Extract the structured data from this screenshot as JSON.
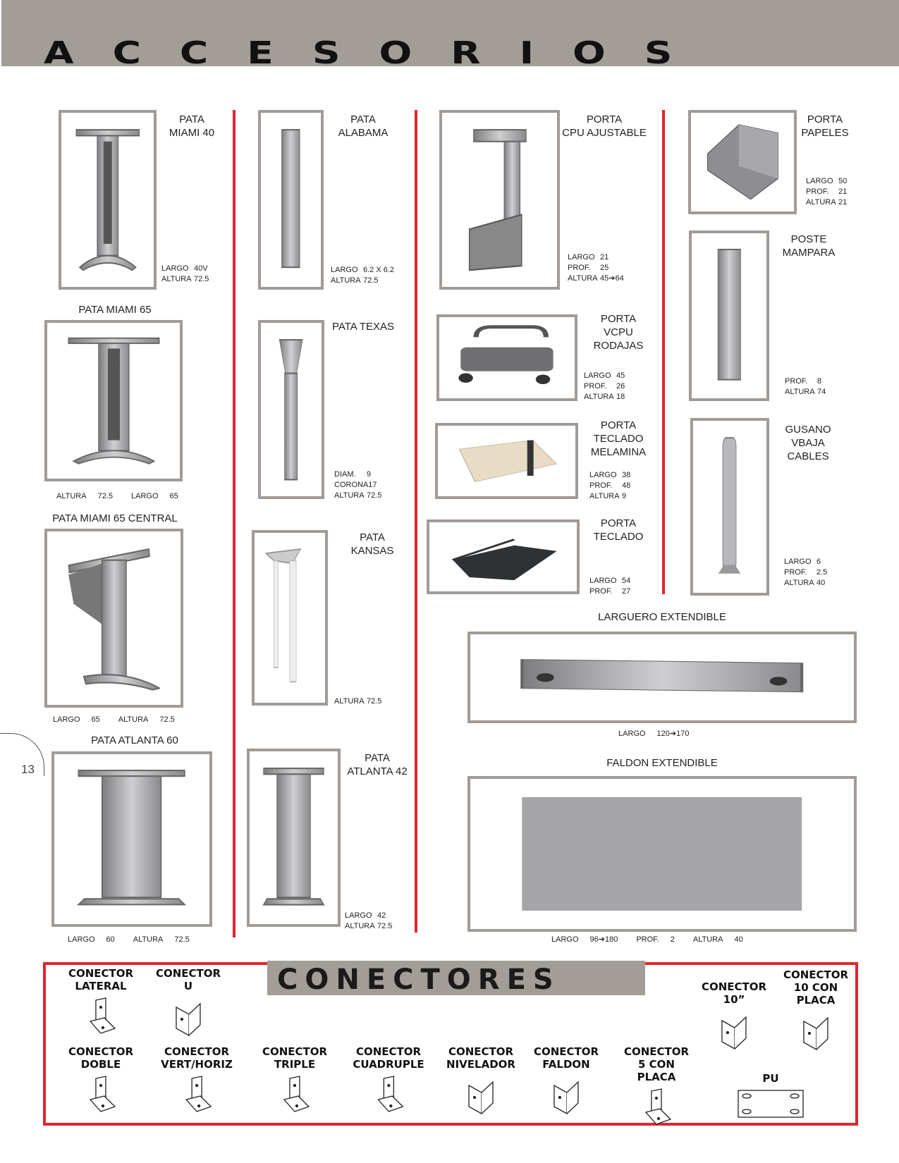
{
  "header": {
    "title": "ACCESORIOS"
  },
  "page_number": "13",
  "products": [
    {
      "id": "pata-miami-40",
      "title": "PATA\nMIAMI 40",
      "specs": [
        [
          "LARGO",
          "40V"
        ],
        [
          "ALTURA",
          "72.5"
        ]
      ]
    },
    {
      "id": "pata-miami-65",
      "title": "PATA MIAMI 65",
      "specs": [
        [
          "ALTURA",
          "72.5"
        ],
        [
          "LARGO",
          "65"
        ]
      ]
    },
    {
      "id": "pata-miami-65-central",
      "title": "PATA MIAMI 65 CENTRAL",
      "specs": [
        [
          "LARGO",
          "65"
        ],
        [
          "ALTURA",
          "72.5"
        ]
      ]
    },
    {
      "id": "pata-atlanta-60",
      "title": "PATA ATLANTA 60",
      "specs": [
        [
          "LARGO",
          "60"
        ],
        [
          "ALTURA",
          "72.5"
        ]
      ]
    },
    {
      "id": "pata-alabama",
      "title": "PATA\nALABAMA",
      "specs": [
        [
          "LARGO",
          "6.2 X 6.2"
        ],
        [
          "ALTURA",
          "72.5"
        ]
      ]
    },
    {
      "id": "pata-texas",
      "title": "PATA TEXAS",
      "specs": [
        [
          "DIAM.",
          "9"
        ],
        [
          "CORONA",
          "17"
        ],
        [
          "ALTURA",
          "72.5"
        ]
      ]
    },
    {
      "id": "pata-kansas",
      "title": "PATA\nKANSAS",
      "specs": [
        [
          "ALTURA",
          "72.5"
        ]
      ]
    },
    {
      "id": "pata-atlanta-42",
      "title": "PATA\nATLANTA 42",
      "specs": [
        [
          "LARGO",
          "42"
        ],
        [
          "ALTURA",
          "72.5"
        ]
      ]
    },
    {
      "id": "porta-cpu-ajustable",
      "title": "PORTA\nCPU AJUSTABLE",
      "specs": [
        [
          "LARGO",
          "21"
        ],
        [
          "PROF.",
          "25"
        ],
        [
          "ALTURA",
          "45➔64"
        ]
      ]
    },
    {
      "id": "porta-vcpu-rodajas",
      "title": "PORTA\nVCPU\nRODAJAS",
      "specs": [
        [
          "LARGO",
          "45"
        ],
        [
          "PROF.",
          "26"
        ],
        [
          "ALTURA",
          "18"
        ]
      ]
    },
    {
      "id": "porta-teclado-melamina",
      "title": "PORTA\nTECLADO\nMELAMINA",
      "specs": [
        [
          "LARGO",
          "38"
        ],
        [
          "PROF.",
          "48"
        ],
        [
          "ALTURA",
          "9"
        ]
      ]
    },
    {
      "id": "porta-teclado",
      "title": "PORTA\nTECLADO",
      "specs": [
        [
          "LARGO",
          "54"
        ],
        [
          "PROF.",
          "27"
        ]
      ]
    },
    {
      "id": "porta-papeles",
      "title": "PORTA\nPAPELES",
      "specs": [
        [
          "LARGO",
          "50"
        ],
        [
          "PROF.",
          "21"
        ],
        [
          "ALTURA",
          "21"
        ]
      ]
    },
    {
      "id": "poste-mampara",
      "title": "POSTE\nMAMPARA",
      "specs": [
        [
          "PROF.",
          "8"
        ],
        [
          "ALTURA",
          "74"
        ]
      ]
    },
    {
      "id": "gusano-baja-cables",
      "title": "GUSANO\nVBAJA\nCABLES",
      "specs": [
        [
          "LARGO",
          "6"
        ],
        [
          "PROF.",
          "2.5"
        ],
        [
          "ALTURA",
          "40"
        ]
      ]
    },
    {
      "id": "larguero-extendible",
      "title": "LARGUERO EXTENDIBLE",
      "specs": [
        [
          "LARGO",
          "120➔170"
        ]
      ]
    },
    {
      "id": "faldon-extendible",
      "title": "FALDON EXTENDIBLE",
      "specs": [
        [
          "LARGO",
          "96➔180"
        ],
        [
          "PROF.",
          "2"
        ],
        [
          "ALTURA",
          "40"
        ]
      ]
    }
  ],
  "conectores": {
    "title": "CONECTORES",
    "items": [
      {
        "id": "lateral",
        "label": "CONECTOR\nLATERAL"
      },
      {
        "id": "u",
        "label": "CONECTOR\nU"
      },
      {
        "id": "10",
        "label": "CONECTOR\n10”"
      },
      {
        "id": "10-con-placa",
        "label": "CONECTOR\n10 CON\nPLACA"
      },
      {
        "id": "doble",
        "label": "CONECTOR\nDOBLE"
      },
      {
        "id": "vert-horiz",
        "label": "CONECTOR\nVERT/HORIZ"
      },
      {
        "id": "triple",
        "label": "CONECTOR\nTRIPLE"
      },
      {
        "id": "cuadruple",
        "label": "CONECTOR\nCUADRUPLE"
      },
      {
        "id": "nivelador",
        "label": "CONECTOR\nNIVELADOR"
      },
      {
        "id": "faldon",
        "label": "CONECTOR\nFALDON"
      },
      {
        "id": "5-con-placa",
        "label": "CONECTOR\n5 CON\nPLACA"
      },
      {
        "id": "pu",
        "label": "PU"
      }
    ]
  },
  "colors": {
    "accent_red": "#e0262e",
    "header_gray": "#a39d98",
    "frame_gray": "#a09b97"
  }
}
